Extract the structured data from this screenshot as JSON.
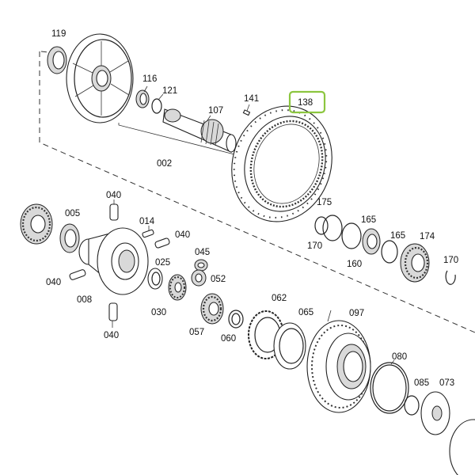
{
  "highlight_color": "#8cc63f",
  "highlighted_part": "138",
  "labels": {
    "p119": "119",
    "p116": "116",
    "p121": "121",
    "p107": "107",
    "p141": "141",
    "p138": "138",
    "p002": "002",
    "p040a": "040",
    "p005": "005",
    "p014": "014",
    "p040b": "040",
    "p045": "045",
    "p025": "025",
    "p052": "052",
    "p040c": "040",
    "p008": "008",
    "p030": "030",
    "p040d": "040",
    "p175": "175",
    "p165a": "165",
    "p165b": "165",
    "p174": "174",
    "p170a": "170",
    "p170b": "170",
    "p160": "160",
    "p062": "062",
    "p065": "065",
    "p097": "097",
    "p057": "057",
    "p060": "060",
    "p080": "080",
    "p085": "085",
    "p073": "073"
  }
}
